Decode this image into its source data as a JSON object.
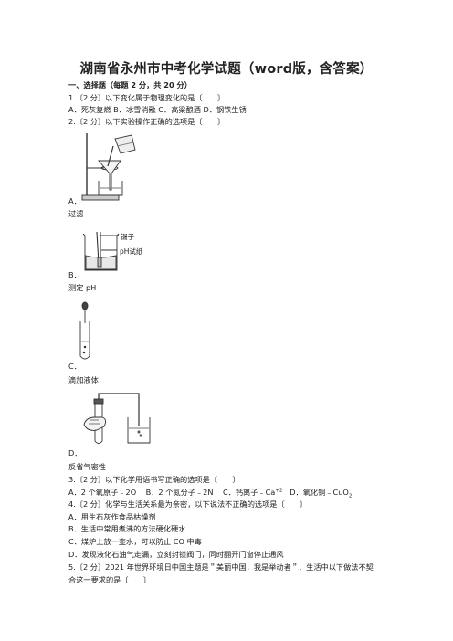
{
  "title": "湖南省永州市中考化学试题（word版，含答案）",
  "section": "一、选择题（每题 2 分，共 20 分）",
  "q1": {
    "stem": "1.〔2 分〕以下变化属于物理变化的是〔　　〕",
    "options": "A．死灰复燃  B．冰雪消融  C．高粱酿酒  D．钢铁生锈"
  },
  "q2": {
    "stem": "2.〔2 分〕以下实验操作正确的选项是〔　　〕",
    "a_letter": "A．",
    "a_caption": "过滤",
    "b_letter": "B．",
    "b_caption": "测定 pH",
    "b_label_tweezers": "镊子",
    "b_label_paper": "pH试纸",
    "c_letter": "C．",
    "c_caption": "滴加液体",
    "d_letter": "D．",
    "d_caption": "反省气密性"
  },
  "q3": {
    "stem": "3.〔2 分〕以下化学用语书写正确的选项是〔　　〕",
    "opt_a": "A．2 个氧原子﹣2O",
    "opt_b": "B．2 个氮分子﹣2N",
    "opt_c_pre": "C．钙离子﹣Ca",
    "opt_c_sup": "+2",
    "opt_d_pre": "D．氧化铜﹣CuO",
    "opt_d_sub": "2"
  },
  "q4": {
    "stem": "4.〔2 分〕化学与生活关系最为亲密，以下说法不正确的选项是〔　　〕",
    "a": "A．用生石灰作食品枯燥剂",
    "b": "B．生活中常用煮沸的方法硬化硬水",
    "c": "C．煤炉上放一壶水，可以防止 CO 中毒",
    "d": "D．发现液化石油气走漏，立刻封锁阀门，同时翻开门窗停止通风"
  },
  "q5": {
    "line1": "5.〔2 分〕2021 年世界环境日中国主题是＂美丽中国，我是举动者＂．生活中以下做法不契",
    "line2": "合这一要求的是〔　　〕"
  }
}
